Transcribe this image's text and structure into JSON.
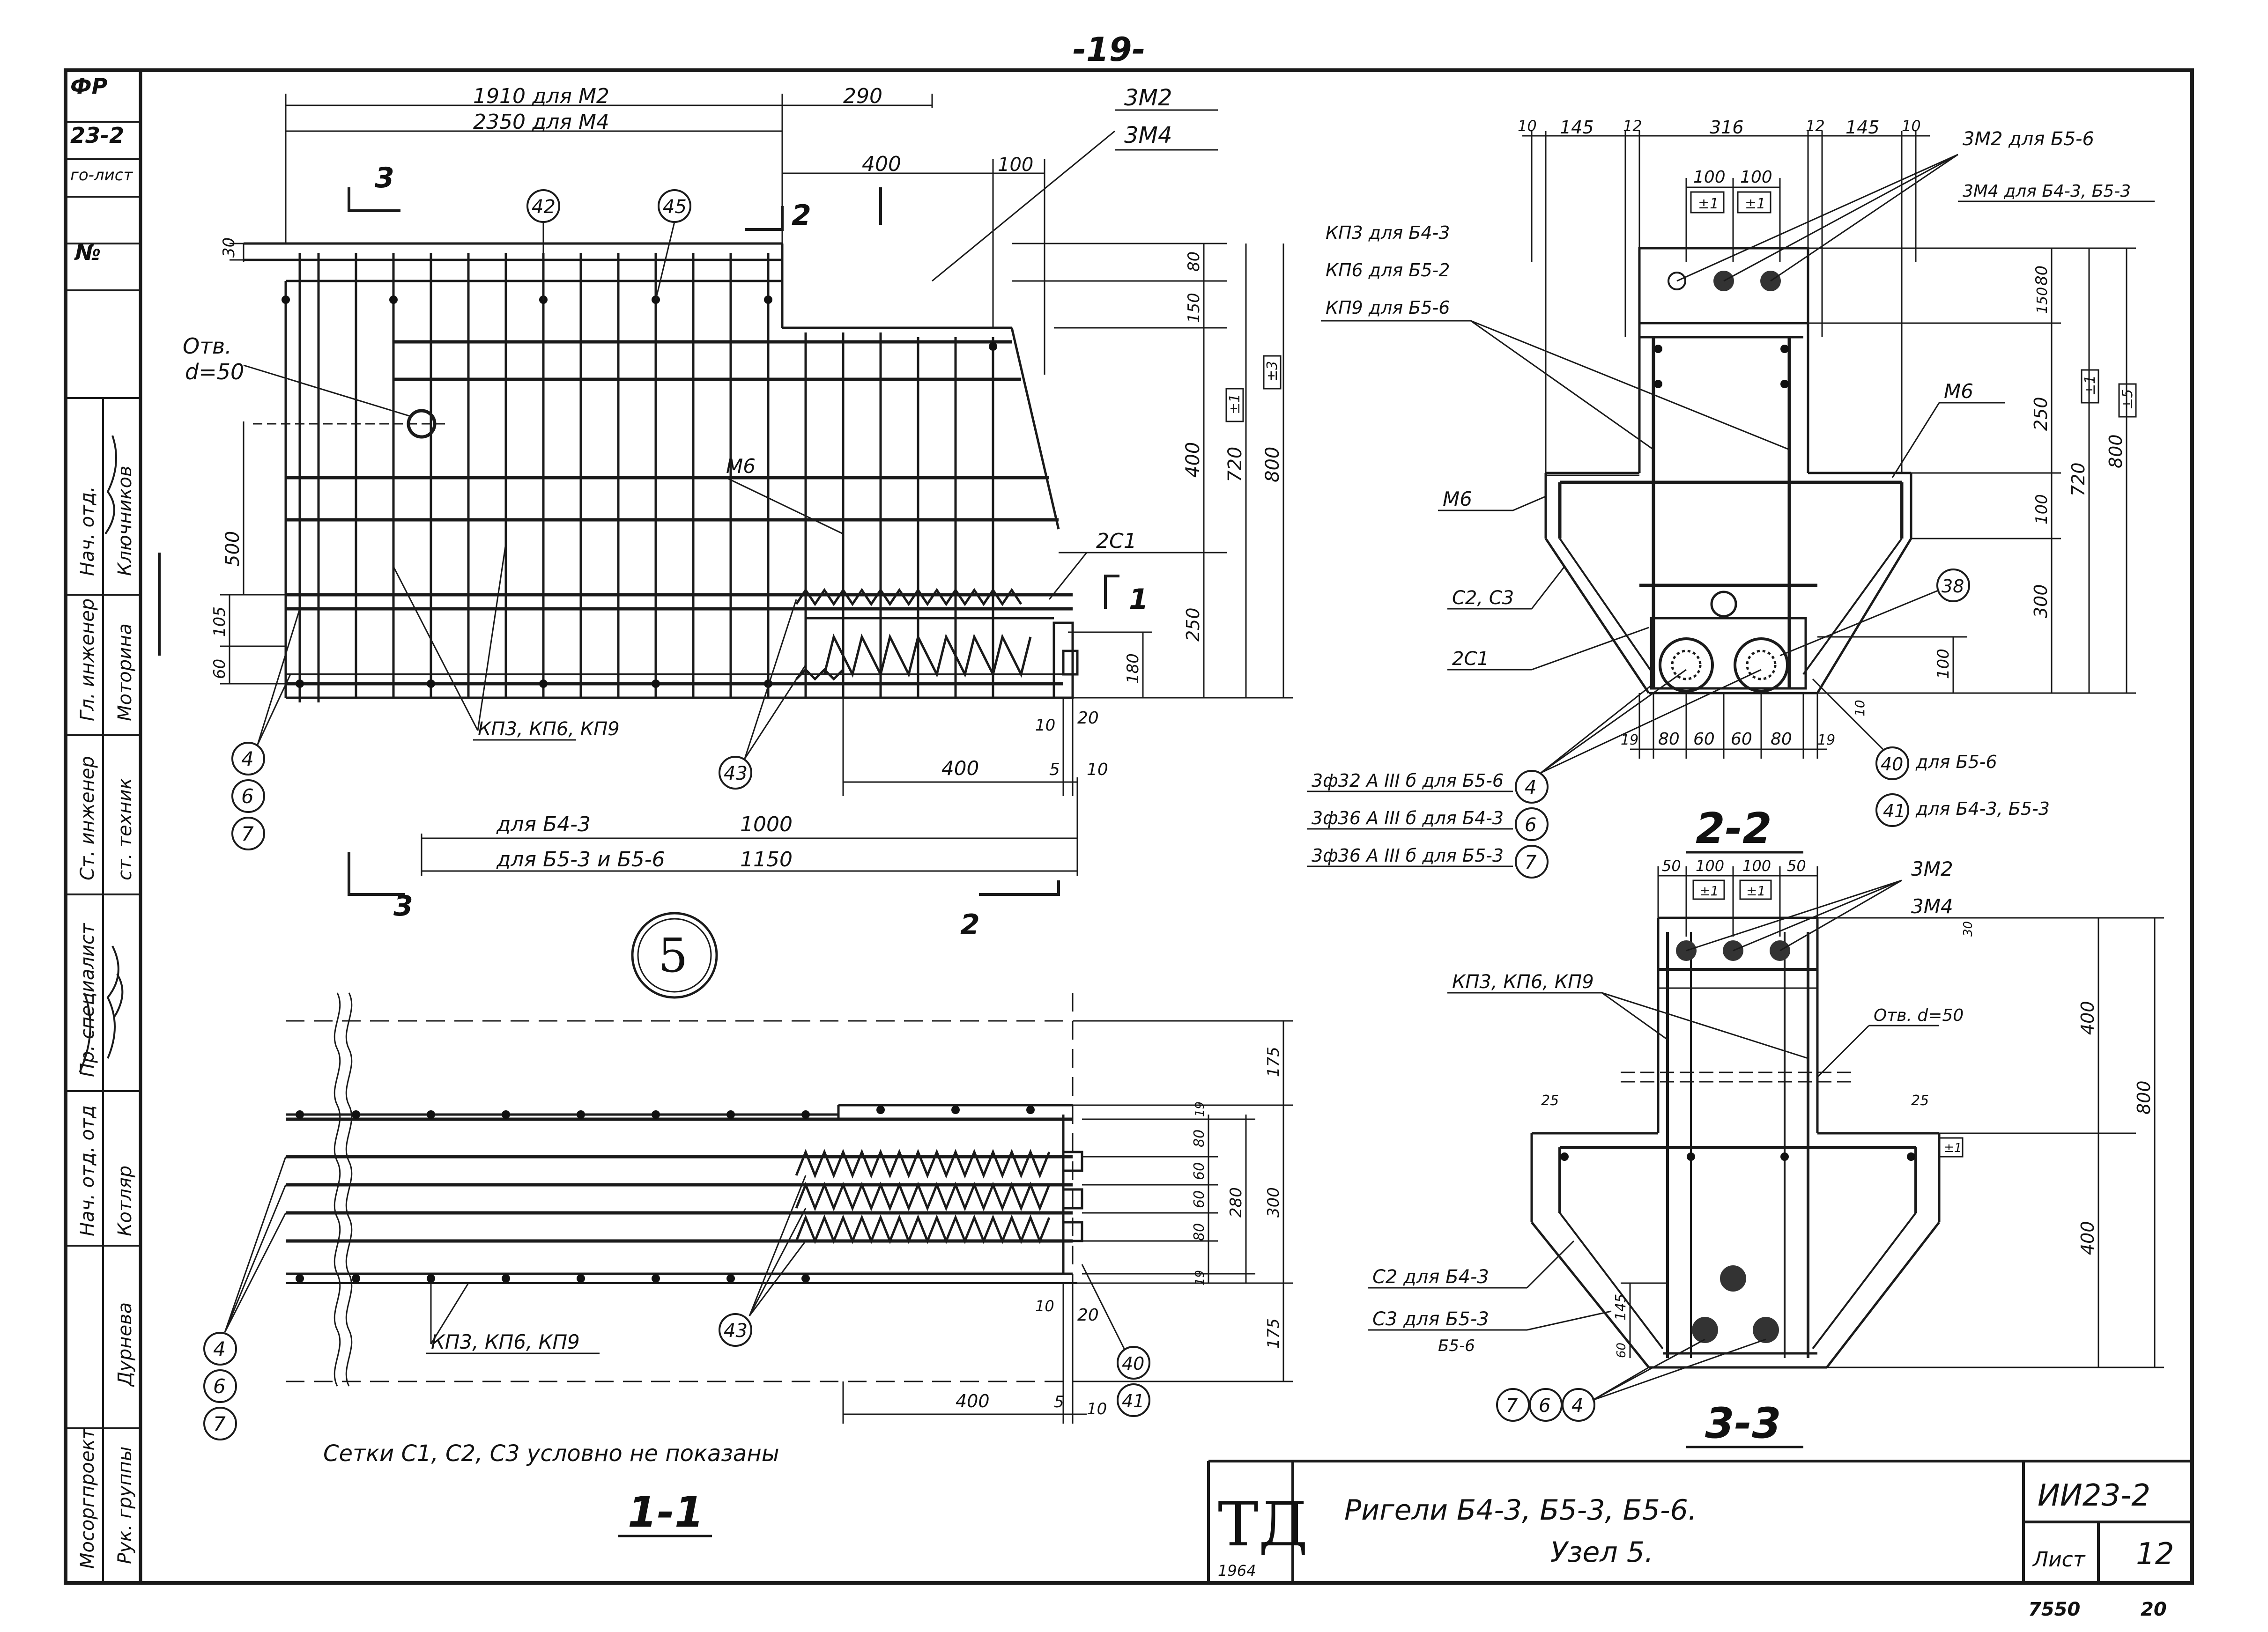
{
  "page_number": "-19-",
  "left_strip": {
    "code": "ФР",
    "series": "23-2",
    "sheet": "го-лист",
    "number_label": "№",
    "roles": [
      "Нач. отд.",
      "Гл. инженер",
      "Ст. инженер",
      "Пр. специалист",
      "Нач. отд. отд",
      "Мосоргпроект"
    ],
    "names": [
      "Ключников",
      "Моторина",
      "ст. техник",
      "Котляр",
      "Дурнева",
      "Рук. группы"
    ]
  },
  "view5": {
    "dims_top": [
      "1910  для  М2",
      "2350  для  М4",
      "290",
      "400",
      "100"
    ],
    "bar_labels": [
      "3М2",
      "3М4"
    ],
    "section_marks": [
      "3",
      "2",
      "1",
      "2",
      "3"
    ],
    "hole": [
      "Отв.",
      "d=50"
    ],
    "mark_m6": "М6",
    "mark_2c1": "2С1",
    "callouts": [
      "42",
      "45",
      "43"
    ],
    "stirrups": "КП3, КП6, КП9",
    "dims_left": [
      "30",
      "500",
      "105",
      "60"
    ],
    "dims_right": [
      "80",
      "150",
      "400",
      "720",
      "800",
      "250",
      "180",
      "±1",
      "±3"
    ],
    "dims_bottom": [
      "10",
      "20",
      "400",
      "5",
      "10"
    ],
    "length_b43": "для  Б4-3",
    "length_b43_val": "1000",
    "length_b5": "для Б5-3 и Б5-6",
    "length_b5_val": "1150",
    "big_number": "5",
    "left_callouts": [
      "4",
      "6",
      "7"
    ]
  },
  "view22": {
    "dims_top": [
      "10",
      "145",
      "12",
      "316",
      "12",
      "145",
      "10"
    ],
    "dims_inner": [
      "100",
      "100",
      "±1",
      "±1"
    ],
    "bars_right": [
      "3М2 для Б5-6",
      "3М4 для Б4-3, Б5-3"
    ],
    "stirrup_labels": [
      "КП3 для Б4-3",
      "КП6 для Б5-2",
      "КП9 для Б5-6"
    ],
    "m6_right": "М6",
    "m6_left": "М6",
    "c2c3": "С2, С3",
    "mark_2c1": "2С1",
    "callout_38": "38",
    "dims_right": [
      "80",
      "150",
      "250",
      "720",
      "800",
      "100",
      "300",
      "100",
      "±1",
      "±5",
      "10"
    ],
    "dims_bottom": [
      "19",
      "80",
      "60",
      "60",
      "80",
      "19"
    ],
    "rebar_notes": [
      "3ф32 А III б для Б5-6",
      "3ф36 А III б для Б4-3",
      "3ф36 А III б для Б5-3"
    ],
    "rebar_callouts": [
      "4",
      "6",
      "7"
    ],
    "right_notes": [
      "для Б5-6",
      "для Б4-3, Б5-3"
    ],
    "right_callouts": [
      "40",
      "41"
    ],
    "title": "2-2"
  },
  "view11": {
    "callouts_left": [
      "4",
      "6",
      "7"
    ],
    "stirrups": "КП3, КП6, КП9",
    "callout_43": "43",
    "callouts_right": [
      "40",
      "41"
    ],
    "dims_right": [
      "175",
      "19",
      "80",
      "60",
      "60",
      "80",
      "19",
      "280",
      "300",
      "175"
    ],
    "dims_bottom": [
      "10",
      "20",
      "400",
      "5",
      "10"
    ],
    "note": "Сетки С1, С2, С3 условно не показаны",
    "title": "1-1"
  },
  "view33": {
    "dims_top": [
      "50",
      "100",
      "100",
      "50",
      "±1",
      "±1"
    ],
    "bars": [
      "3М2",
      "3М4"
    ],
    "stirrups": "КП3, КП6, КП9",
    "hole": "Отв. d=50",
    "dims_small": [
      "25",
      "25",
      "±1",
      "30"
    ],
    "dims_right": [
      "400",
      "800",
      "400",
      "145",
      "60"
    ],
    "c2": "С2 для Б4-3",
    "c3": "С3 для Б5-3",
    "c3b": "Б5-6",
    "callouts": [
      "7",
      "6",
      "4"
    ],
    "title": "3-3"
  },
  "title_block": {
    "logo": "ТД",
    "year": "1964",
    "title1": "Ригели  Б4-3,  Б5-3,  Б5-6.",
    "title2": "Узел 5.",
    "code": "ИИ23-2",
    "sheet_label": "Лист",
    "sheet": "12",
    "footer_left": "7550",
    "footer_right": "20"
  }
}
